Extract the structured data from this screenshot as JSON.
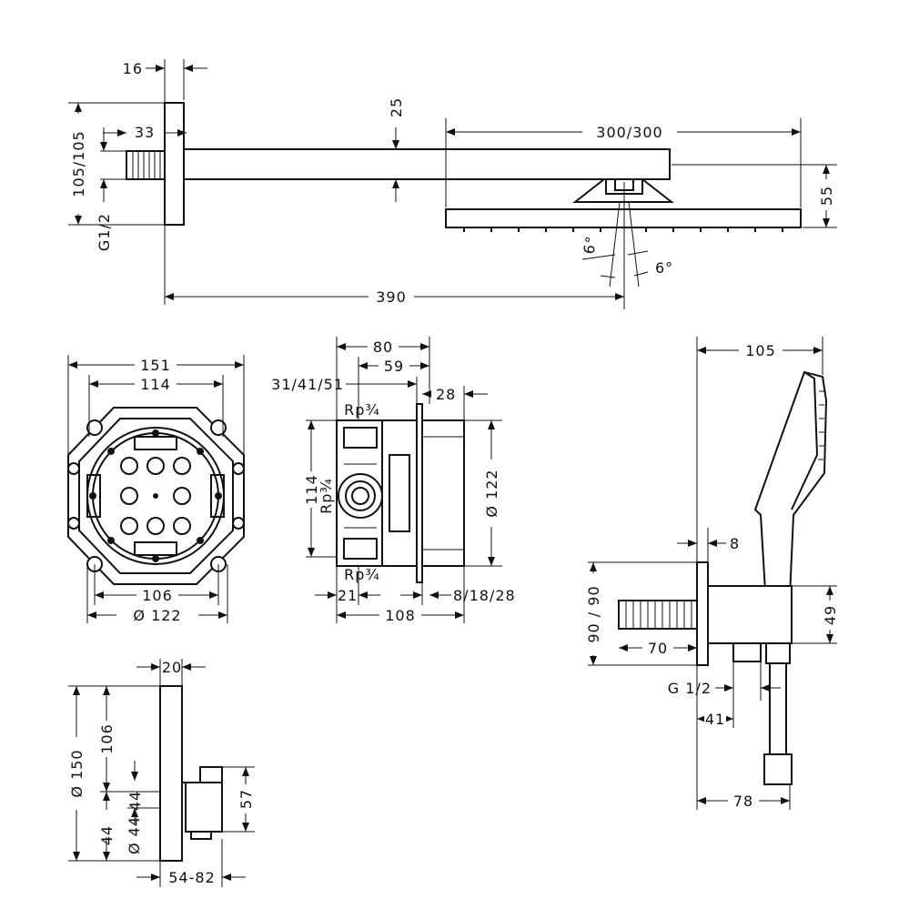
{
  "dimensions": {
    "d16": "16",
    "d33": "33",
    "d25": "25",
    "d300_300": "300/300",
    "d105_105": "105/105",
    "g12_top": "G1/2",
    "d55": "55",
    "d6a": "6°",
    "d6b": "6°",
    "d390": "390",
    "d151": "151",
    "d114a": "114",
    "d106a": "106",
    "d122a": "Ø 122",
    "d80": "80",
    "d59": "59",
    "d31_41_51": "31/41/51",
    "d28": "28",
    "rp34_top": "Rp¾",
    "d114b": "114",
    "rp34_side": "Rp¾",
    "d122b": "Ø 122",
    "rp34_bottom": "Rp¾",
    "d21": "21",
    "d8_18_28": "8/18/28",
    "d108": "108",
    "d105_handshower": "105",
    "d8": "8",
    "d90_90": "90 / 90",
    "d49": "49",
    "d70": "70",
    "g12_bottom": "G 1/2",
    "d41": "41",
    "d78": "78",
    "d20": "20",
    "d150": "Ø 150",
    "d106b": "106",
    "d44a": "44",
    "d44b": "Ø 44",
    "d57": "57",
    "d54_82": "54-82"
  }
}
